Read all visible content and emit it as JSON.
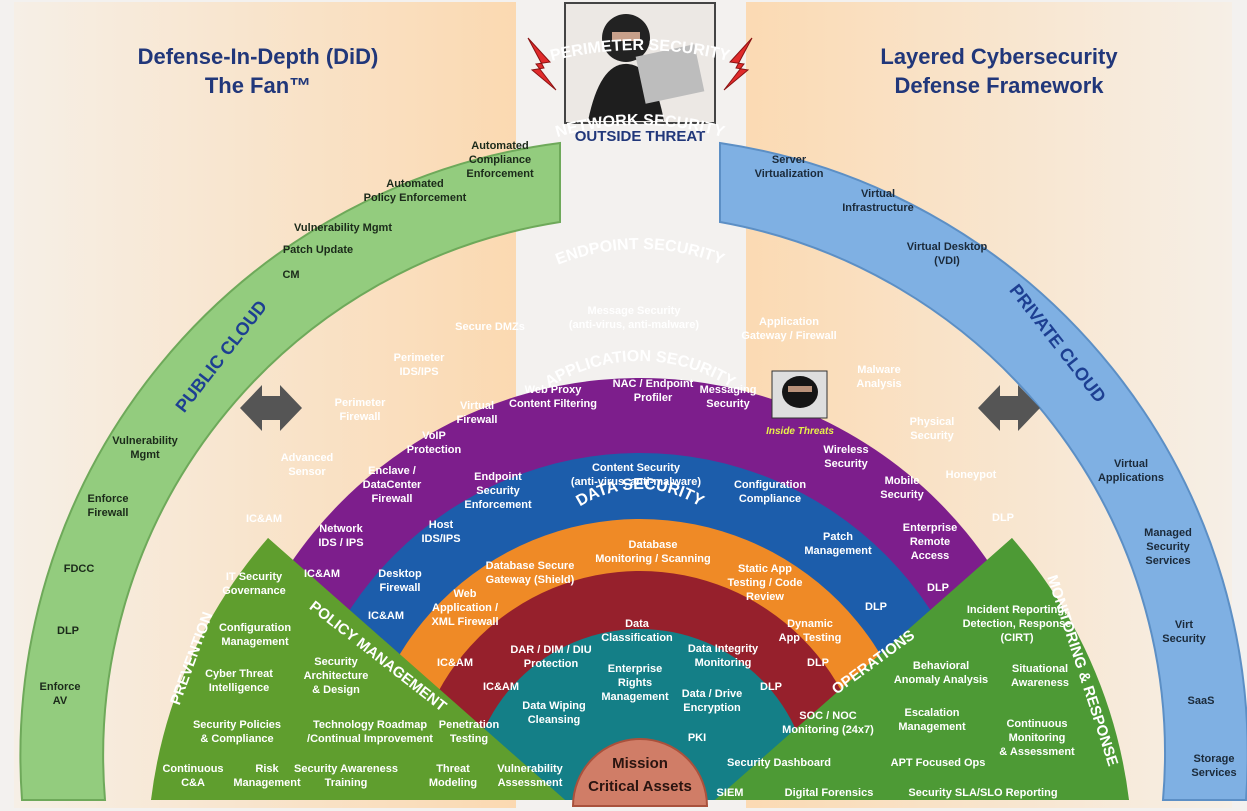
{
  "titles": {
    "left_line1": "Defense-In-Depth (DiD)",
    "left_line2": "The Fan™",
    "right_line1": "Layered Cybersecurity",
    "right_line2": "Defense Framework"
  },
  "threat": {
    "outside": "OUTSIDE THREAT",
    "inside": "Inside Threats"
  },
  "public_cloud": {
    "title": "PUBLIC CLOUD",
    "items": [
      {
        "text": "Automated Compliance Enforcement"
      },
      {
        "text": "Automated Policy Enforcement"
      },
      {
        "text": "Vulnerability Mgmt"
      },
      {
        "text": "Patch Update"
      },
      {
        "text": "CM"
      },
      {
        "text": "Vulnerability Mgmt"
      },
      {
        "text": "Enforce Firewall"
      },
      {
        "text": "FDCC"
      },
      {
        "text": "DLP"
      },
      {
        "text": "Enforce AV"
      }
    ]
  },
  "private_cloud": {
    "title": "PRIVATE CLOUD",
    "items": [
      {
        "text": "Server Virtualization"
      },
      {
        "text": "Virtual Infrastructure"
      },
      {
        "text": "Virtual Desktop (VDI)"
      },
      {
        "text": "Virtual Applications"
      },
      {
        "text": "Managed Security Services"
      },
      {
        "text": "Virt Security"
      },
      {
        "text": "SaaS"
      },
      {
        "text": "Storage Services"
      }
    ]
  },
  "perimeter": {
    "title": "PERIMETER SECURITY",
    "items": [
      {
        "text": "Message Security (anti-virus, anti-malware)"
      },
      {
        "text": "Secure DMZs"
      },
      {
        "text": "Application Gateway / Firewall"
      },
      {
        "text": "Perimeter IDS/IPS"
      },
      {
        "text": "Malware Analysis"
      },
      {
        "text": "Perimeter Firewall"
      },
      {
        "text": "Physical Security"
      },
      {
        "text": "Advanced Sensor"
      },
      {
        "text": "Honeypot"
      },
      {
        "text": "IC&AM"
      },
      {
        "text": "DLP"
      }
    ]
  },
  "network": {
    "title": "NETWORK SECURITY",
    "items": [
      {
        "text": "Web Proxy Content Filtering"
      },
      {
        "text": "NAC / Endpoint Profiler"
      },
      {
        "text": "Messaging Security"
      },
      {
        "text": "Virtual Firewall"
      },
      {
        "text": "VoIP Protection"
      },
      {
        "text": "Enclave / DataCenter Firewall"
      },
      {
        "text": "Wireless Security"
      },
      {
        "text": "Mobile Security"
      },
      {
        "text": "Network IDS / IPS"
      },
      {
        "text": "Enterprise Remote Access"
      },
      {
        "text": "IC&AM"
      },
      {
        "text": "DLP"
      }
    ]
  },
  "endpoint": {
    "title": "ENDPOINT SECURITY",
    "items": [
      {
        "text": "Content Security (anti-virus, anti-malware)"
      },
      {
        "text": "Endpoint Security Enforcement"
      },
      {
        "text": "Configuration Compliance"
      },
      {
        "text": "Host IDS/IPS"
      },
      {
        "text": "Patch Management"
      },
      {
        "text": "Desktop Firewall"
      },
      {
        "text": "IC&AM"
      },
      {
        "text": "DLP"
      }
    ]
  },
  "application": {
    "title": "APPLICATION SECURITY",
    "items": [
      {
        "text": "Database Monitoring / Scanning"
      },
      {
        "text": "Database Secure Gateway (Shield)"
      },
      {
        "text": "Static App Testing / Code Review"
      },
      {
        "text": "Web Application / XML Firewall"
      },
      {
        "text": "Dynamic App Testing"
      },
      {
        "text": "IC&AM"
      },
      {
        "text": "DLP"
      }
    ]
  },
  "data_sec": {
    "title": "DATA SECURITY",
    "items": [
      {
        "text": "Data Classification"
      },
      {
        "text": "DAR / DIM / DIU Protection"
      },
      {
        "text": "Data Integrity Monitoring"
      },
      {
        "text": "Enterprise Rights Management"
      },
      {
        "text": "IC&AM"
      },
      {
        "text": "Data / Drive Encryption"
      },
      {
        "text": "DLP"
      },
      {
        "text": "Data Wiping Cleansing"
      },
      {
        "text": "PKI"
      }
    ]
  },
  "mission": {
    "line1": "Mission",
    "line2": "Critical Assets"
  },
  "policy": {
    "title": "POLICY MANAGEMENT",
    "side": "PREVENTION",
    "items": [
      {
        "text": "IT Security Governance"
      },
      {
        "text": "Configuration Management"
      },
      {
        "text": "Security Architecture & Design"
      },
      {
        "text": "Cyber Threat Intelligence"
      },
      {
        "text": "Security Policies & Compliance"
      },
      {
        "text": "Technology Roadmap /Continual Improvement"
      },
      {
        "text": "Penetration Testing"
      },
      {
        "text": "Continuous C&A"
      },
      {
        "text": "Risk Management"
      },
      {
        "text": "Security Awareness Training"
      },
      {
        "text": "Threat Modeling"
      },
      {
        "text": "Vulnerability Assessment"
      }
    ]
  },
  "operations": {
    "title": "OPERATIONS",
    "side": "MONITORING & RESPONSE",
    "items": [
      {
        "text": "Incident Reporting, Detection, Response (CIRT)"
      },
      {
        "text": "Behavioral Anomaly Analysis"
      },
      {
        "text": "Situational Awareness"
      },
      {
        "text": "SOC / NOC Monitoring (24x7)"
      },
      {
        "text": "Escalation Management"
      },
      {
        "text": "Continuous Monitoring & Assessment"
      },
      {
        "text": "Security Dashboard"
      },
      {
        "text": "APT Focused Ops"
      },
      {
        "text": "SIEM"
      },
      {
        "text": "Digital Forensics"
      },
      {
        "text": "Security SLA/SLO Reporting"
      }
    ]
  },
  "colors": {
    "public_cloud": "#93cc7e",
    "private_cloud": "#7fb0e3",
    "perimeter": "#7d1e8c",
    "network": "#1c5dab",
    "endpoint": "#ef8a26",
    "application": "#96202c",
    "data": "#147f87",
    "policy": "#5f9e2e",
    "operations": "#4d9a35",
    "mission": "#d07d67"
  }
}
